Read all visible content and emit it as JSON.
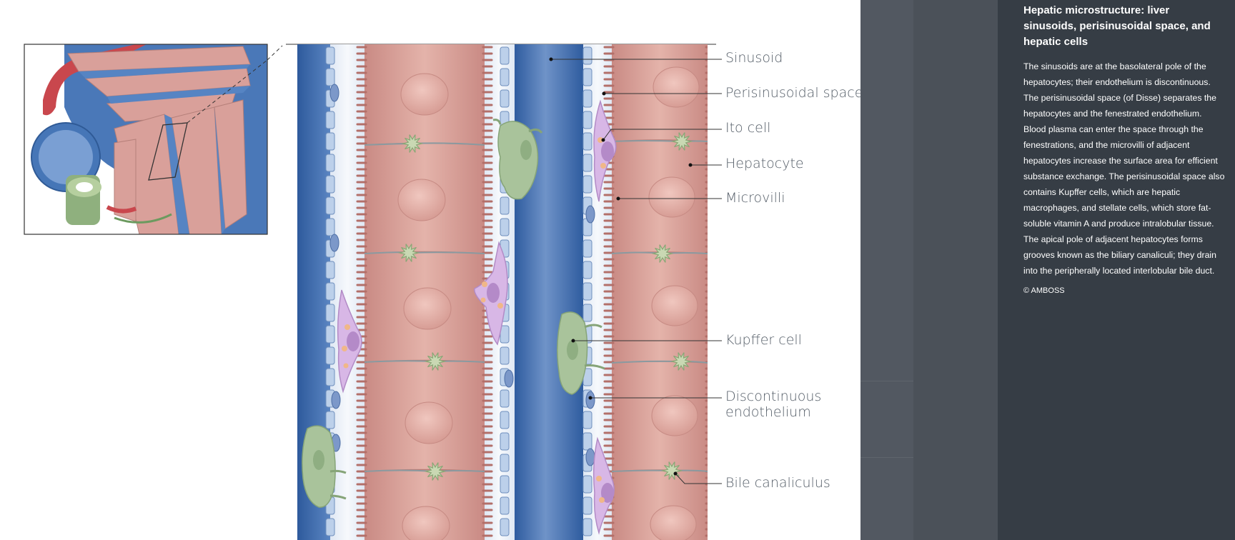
{
  "figure": {
    "labels": {
      "sinusoid": "Sinusoid",
      "perisinusoidal_space": "Perisinusoidal space",
      "ito_cell": "Ito cell",
      "hepatocyte": "Hepatocyte",
      "microvilli": "Microvilli",
      "kupffer_cell": "Kupffer cell",
      "discontinuous_endothelium_line1": "Discontinuous",
      "discontinuous_endothelium_line2": "endothelium",
      "bile_canaliculus": "Bile canaliculus"
    }
  },
  "sidebar": {
    "title": "Hepatic microstructure: liver sinusoids, perisinusoidal space, and hepatic cells",
    "body": "The sinusoids are at the basolateral pole of the hepatocytes; their endothelium is discontinuous. The perisinusoidal space (of Disse) separates the hepatocytes and the fenestrated endothelium. Blood plasma can enter the space through the fenestrations, and the microvilli of adjacent hepatocytes increase the surface area for efficient substance exchange. The perisinusoidal space also contains Kupffer cells, which are hepatic macrophages, and stellate cells, which store fat-soluble vitamin A and produce intralobular tissue. The apical pole of adjacent hepatocytes forms grooves known as the biliary canaliculi; they drain into the peripherally located interlobular bile duct.",
    "copyright": "© AMBOSS"
  },
  "colors": {
    "sinusoid_blue": "#3f6fb0",
    "hepatocyte_pink": "#d9a29a",
    "sidebar_bg": "#363d45",
    "kupffer_green": "#a9c39b",
    "ito_purple": "#c9a7d8"
  }
}
